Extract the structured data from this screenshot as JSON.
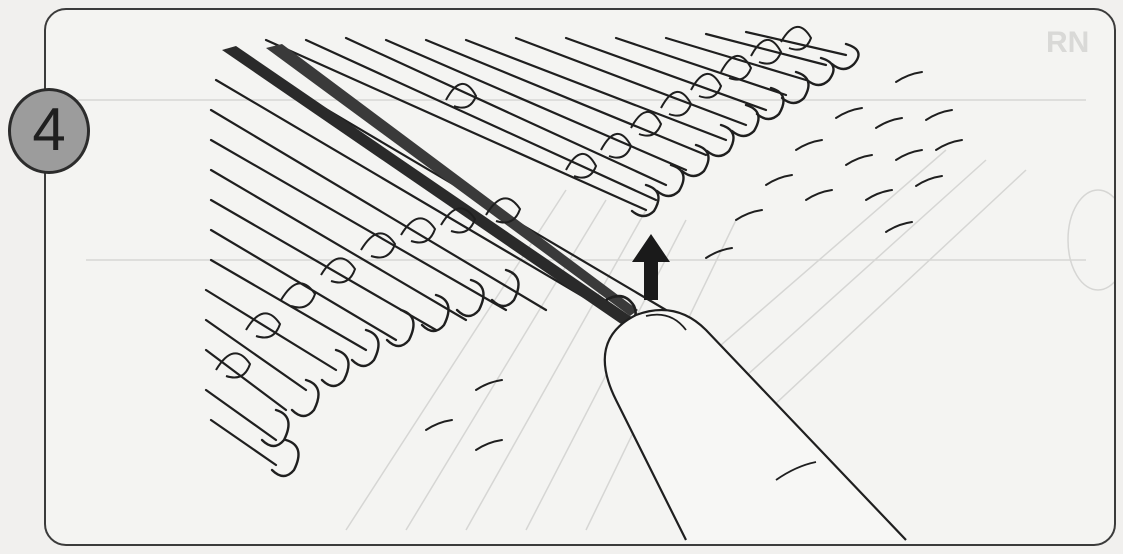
{
  "step": {
    "number": "4"
  },
  "illustration": {
    "subject": "knitting-machine-needles-latched-with-finger",
    "ink_color": "#1f1f1f",
    "panel_background": "#f4f4f2",
    "badge_fill": "#9c9c9c"
  },
  "watermark": {
    "text": "RN"
  }
}
